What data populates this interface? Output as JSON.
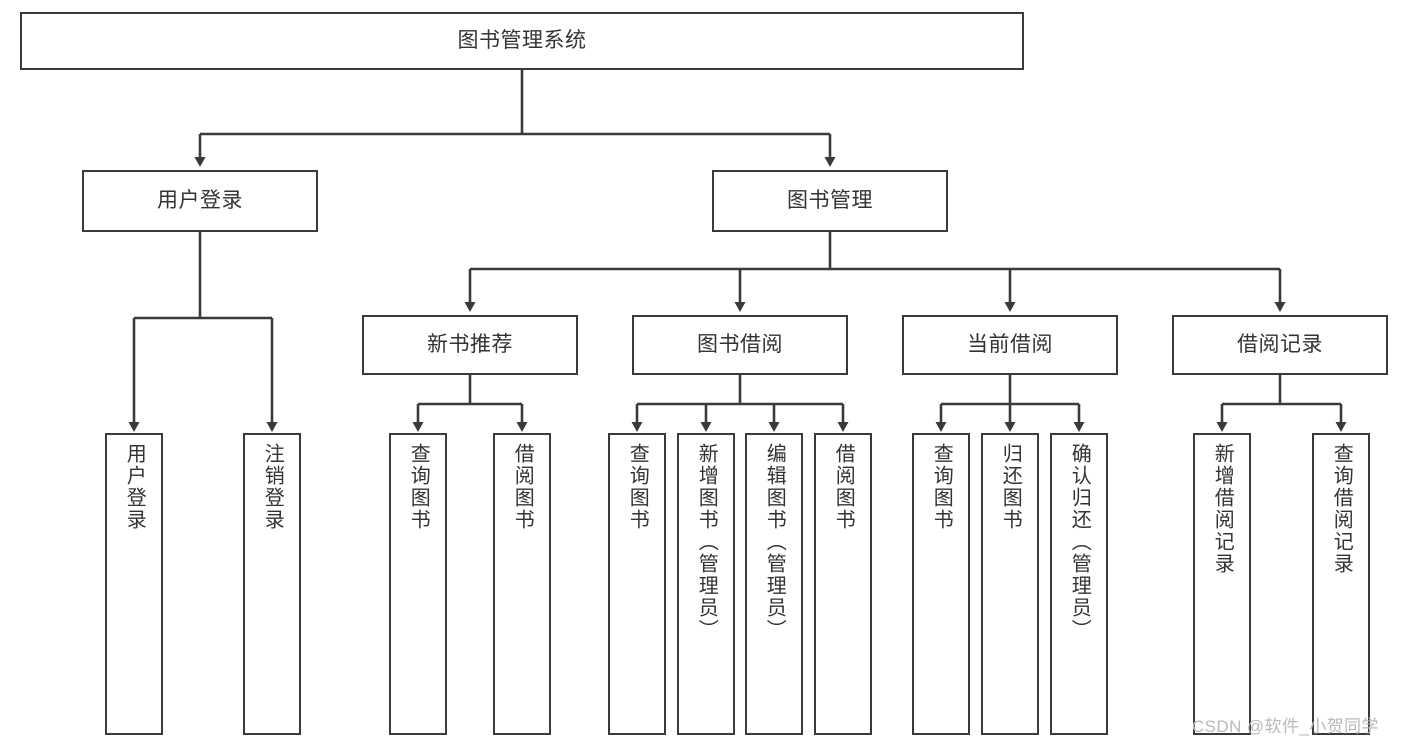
{
  "diagram": {
    "title": "图书管理系统",
    "type": "tree-hierarchy-chart",
    "root": {
      "label": "图书管理系统"
    },
    "level2": [
      {
        "label": "用户登录"
      },
      {
        "label": "图书管理"
      }
    ],
    "level3": [
      {
        "label": "新书推荐"
      },
      {
        "label": "图书借阅"
      },
      {
        "label": "当前借阅"
      },
      {
        "label": "借阅记录"
      }
    ],
    "leaves": {
      "user_login": [
        {
          "label": "用户登录"
        },
        {
          "label": "注销登录"
        }
      ],
      "new_book_recommend": [
        {
          "label": "查询图书"
        },
        {
          "label": "借阅图书"
        }
      ],
      "book_borrow": [
        {
          "label": "查询图书"
        },
        {
          "label": "新增图书（管理员）"
        },
        {
          "label": "编辑图书（管理员）"
        },
        {
          "label": "借阅图书"
        }
      ],
      "current_borrow": [
        {
          "label": "查询图书"
        },
        {
          "label": "归还图书"
        },
        {
          "label": "确认归还（管理员）"
        }
      ],
      "borrow_record": [
        {
          "label": "新增借阅记录"
        },
        {
          "label": "查询借阅记录"
        }
      ]
    }
  },
  "watermark": {
    "text": "CSDN @软件_小贺同学"
  },
  "colors": {
    "stroke": "#3a3a3a",
    "background": "#ffffff",
    "text": "#333333",
    "watermark": "#b9b9b9"
  }
}
